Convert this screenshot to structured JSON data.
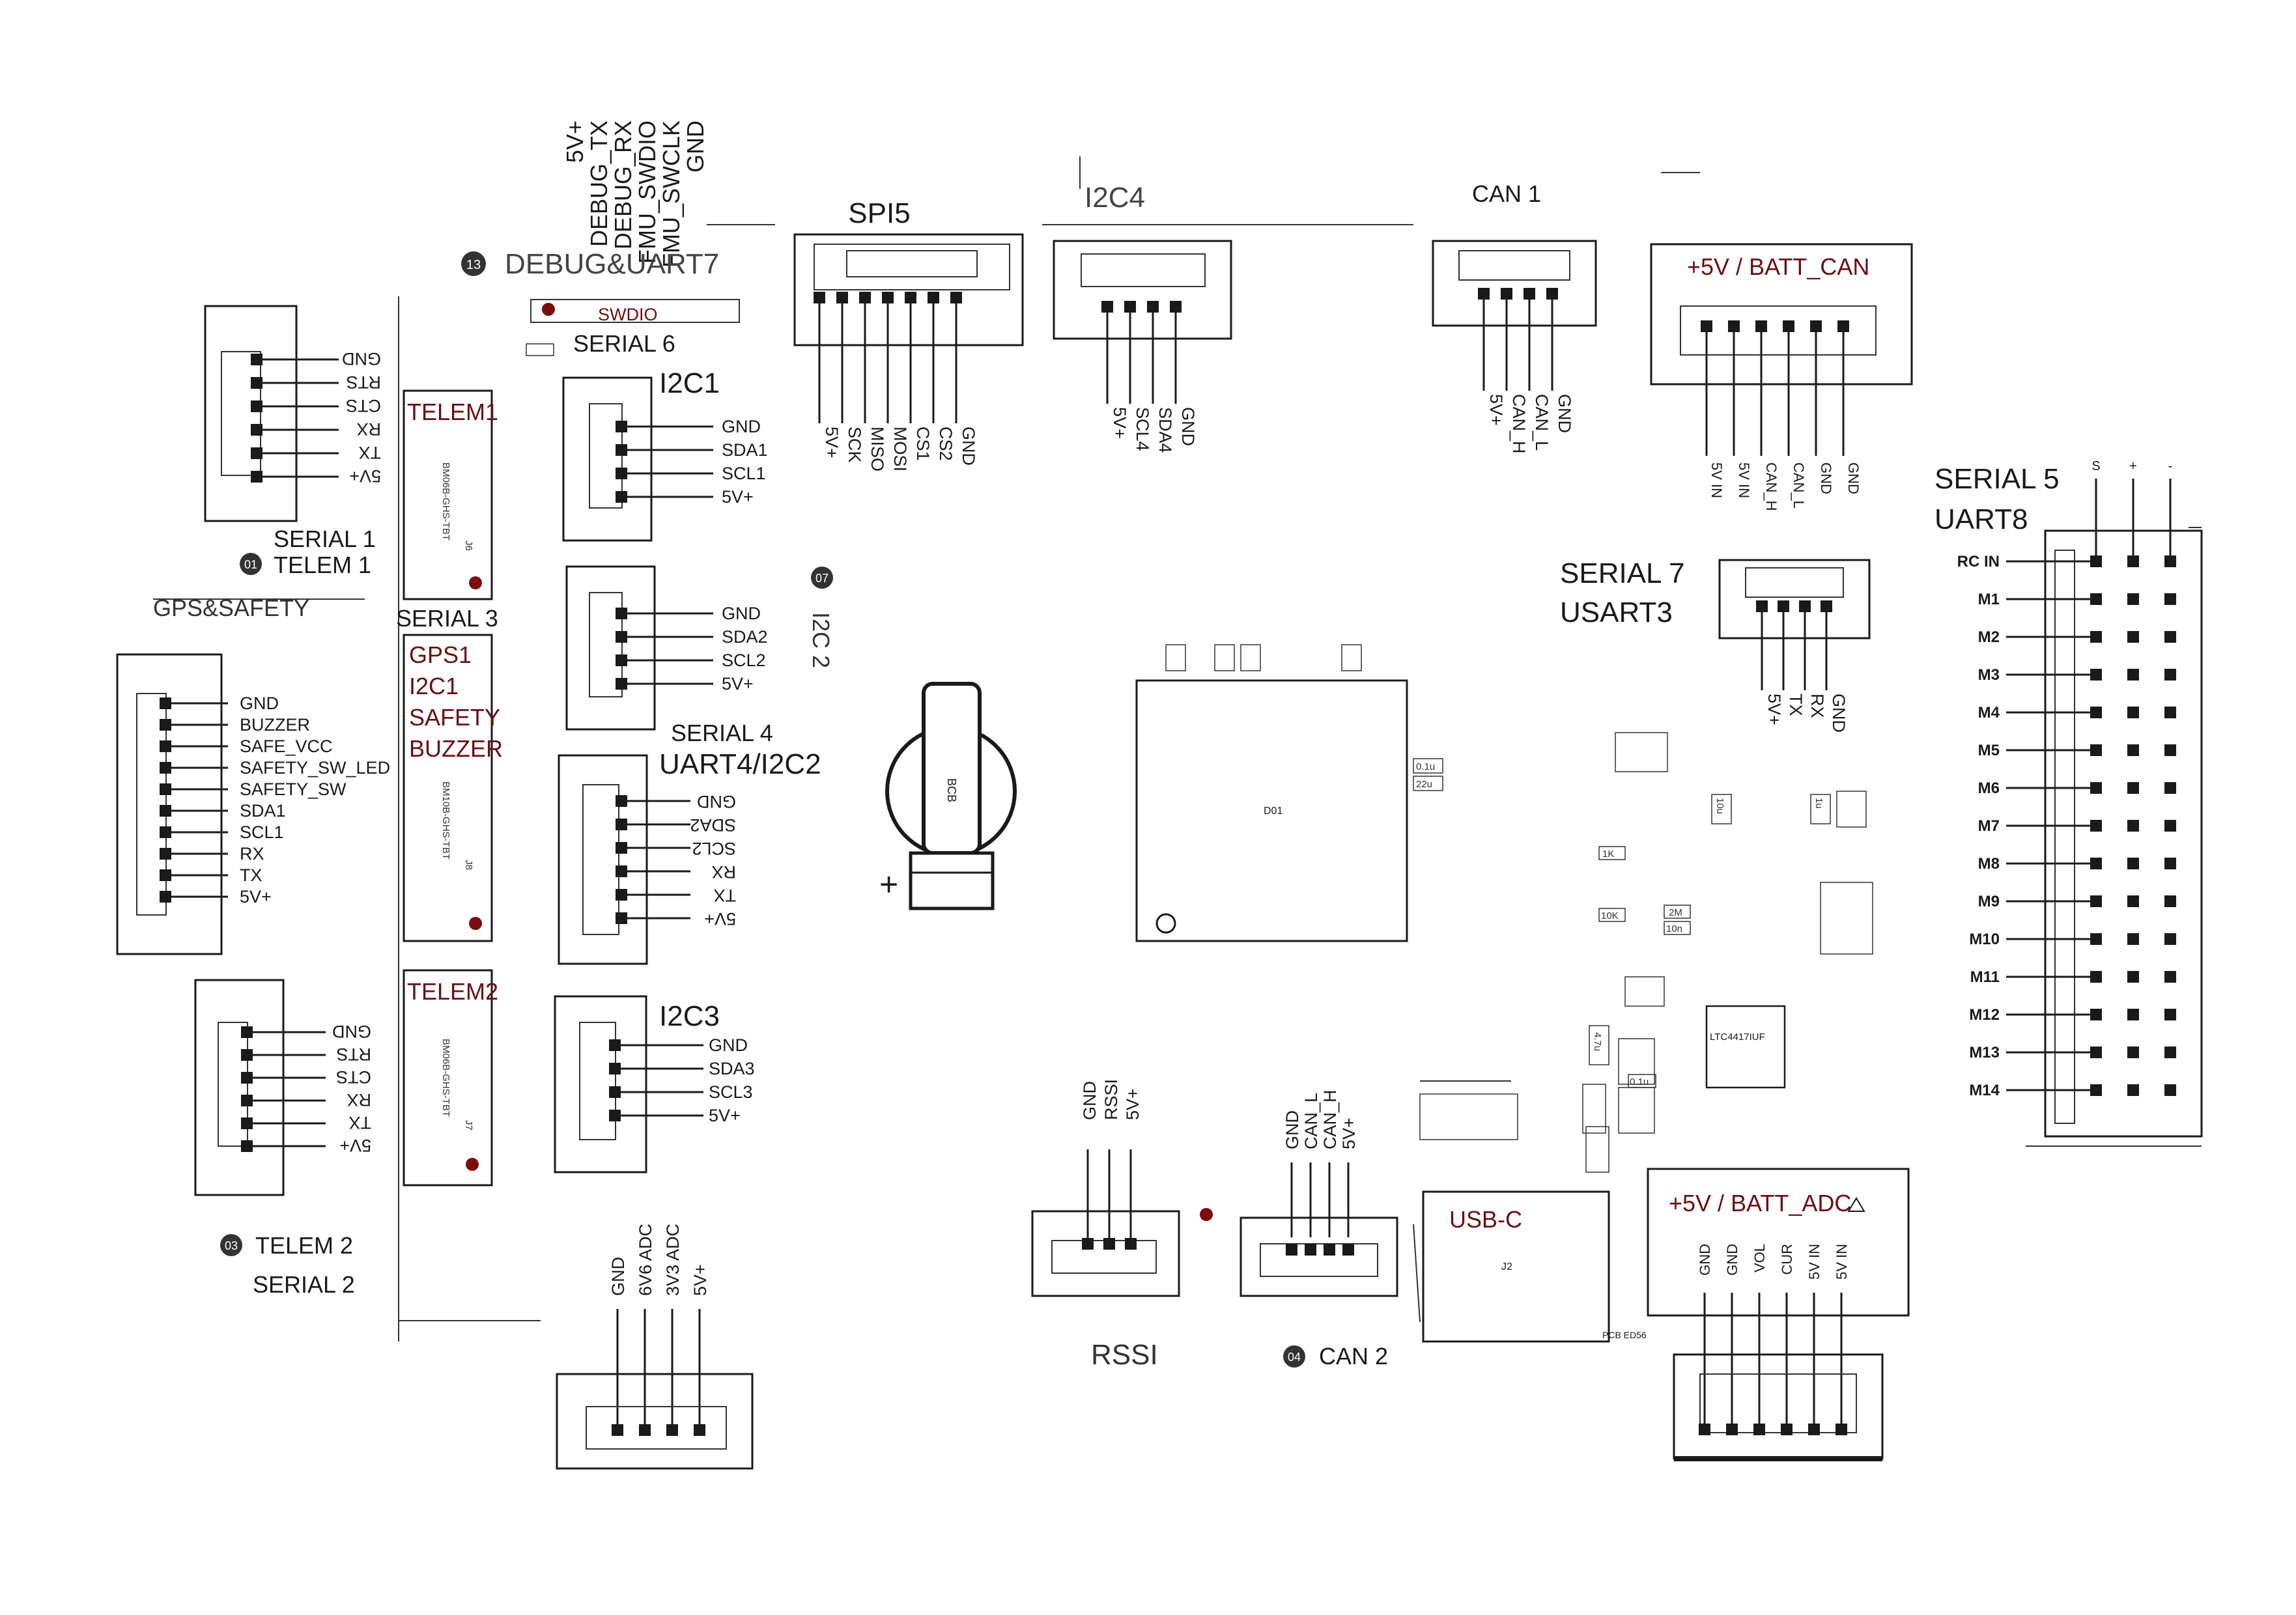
{
  "colors": {
    "ink": "#1a1a1a",
    "accent": "#6a0f12",
    "background": "#ffffff"
  },
  "labels": {
    "debug_uart7": "DEBUG&UART7",
    "debug_badge": "13",
    "swdio": "SWDIO",
    "serial6": "SERIAL 6",
    "spi5": "SPI5",
    "i2c4": "I2C4",
    "can1": "CAN 1",
    "batt_can": "+5V / BATT_CAN",
    "serial5": "SERIAL 5",
    "uart8": "UART8",
    "telem1_box": "TELEM1",
    "serial1": "SERIAL 1",
    "telem1": "TELEM 1",
    "telem1_badge": "01",
    "gps_safety": "GPS&SAFETY",
    "serial3": "SERIAL 3",
    "i2c1": "I2C1",
    "i2c2": "I2C 2",
    "i2c2_badge": "07",
    "serial7": "SERIAL 7",
    "usart3": "USART3",
    "serial4": "SERIAL 4",
    "uart4_i2c2": "UART4/I2C2",
    "gps1_line1": "GPS1",
    "gps1_line2": "I2C1",
    "gps1_line3": "SAFETY",
    "gps1_line4": "BUZZER",
    "telem2_box": "TELEM2",
    "i2c3": "I2C3",
    "telem2": "TELEM 2",
    "telem2_badge": "03",
    "serial2": "SERIAL 2",
    "rssi": "RSSI",
    "can2": "CAN 2",
    "can2_badge": "04",
    "usb_c": "USB-C",
    "batt_adc": "+5V / BATT_ADC",
    "coin_cell": "BCB",
    "plus": "+",
    "fmu_chip": "D01",
    "ltc_chip": "LTC4417IUF",
    "pcb_label": "PCB ED56",
    "usb_ref": "J2"
  },
  "pins": {
    "debug": [
      "5V+",
      "DEBUG_TX",
      "DEBUG_RX",
      "FMU_SWDIO",
      "FMU_SWCLK",
      "GND"
    ],
    "spi5": [
      "5V+",
      "SCK",
      "MISO",
      "MOSI",
      "CS1",
      "CS2",
      "GND"
    ],
    "i2c4": [
      "5V+",
      "SCL4",
      "SDA4",
      "GND"
    ],
    "can1": [
      "5V+",
      "CAN_H",
      "CAN_L",
      "GND"
    ],
    "batt_can": [
      "5V IN",
      "5V IN",
      "CAN_H",
      "CAN_L",
      "GND",
      "GND"
    ],
    "telem1": [
      "GND",
      "RTS",
      "CTS",
      "RX",
      "TX",
      "5V+"
    ],
    "i2c1": [
      "GND",
      "SDA1",
      "SCL1",
      "5V+"
    ],
    "i2c2": [
      "GND",
      "SDA2",
      "SCL2",
      "5V+"
    ],
    "serial7": [
      "5V+",
      "TX",
      "RX",
      "GND"
    ],
    "gps": [
      "GND",
      "BUZZER",
      "SAFE_VCC",
      "SAFETY_SW_LED",
      "SAFETY_SW",
      "SDA1",
      "SCL1",
      "RX",
      "TX",
      "5V+"
    ],
    "serial4": [
      "GND",
      "SDA2",
      "SCL2",
      "RX",
      "TX",
      "5V+"
    ],
    "telem2": [
      "GND",
      "RTS",
      "CTS",
      "RX",
      "TX",
      "5V+"
    ],
    "i2c3": [
      "GND",
      "SDA3",
      "SCL3",
      "5V+"
    ],
    "adc": [
      "GND",
      "6V6 ADC",
      "3V3 ADC",
      "5V+"
    ],
    "rssi": [
      "GND",
      "RSSI",
      "5V+"
    ],
    "can2": [
      "GND",
      "CAN_L",
      "CAN_H",
      "5V+"
    ],
    "batt_adc": [
      "GND",
      "GND",
      "VOL",
      "CUR",
      "5V IN",
      "5V IN"
    ],
    "rc_header": [
      "S",
      "+",
      "-"
    ],
    "outputs": [
      "RC IN",
      "M1",
      "M2",
      "M3",
      "M4",
      "M5",
      "M6",
      "M7",
      "M8",
      "M9",
      "M10",
      "M11",
      "M12",
      "M13",
      "M14"
    ]
  },
  "silkscreen": {
    "j6": "BM06B-GHS-TBT",
    "j6_ref": "J6",
    "j8": "BM10B-GHS-TBT",
    "j8_ref": "J8",
    "j7": "BM06B-GHS-TBT",
    "j7_ref": "J7",
    "c_values": [
      "0.1u",
      "22u",
      "1K",
      "10K",
      "2M",
      "10n",
      "4.7u",
      "10u",
      "1u",
      "0.1u"
    ]
  }
}
